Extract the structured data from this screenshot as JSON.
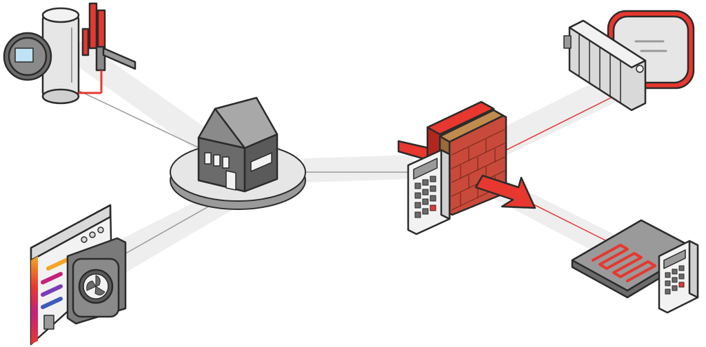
{
  "scene": {
    "central_node": "house-on-platform",
    "connected_nodes": [
      "boiler-and-heat-meter",
      "heat-pump-control-panel",
      "wall-insulation-with-calculator",
      "radiator-and-panel-heater",
      "underfloor-heating-with-calculator"
    ]
  },
  "colors": {
    "accent_red": "#E8372E",
    "dark_red": "#B3261E",
    "outline": "#2B2B2B",
    "path_gray": "#EEEEEE",
    "gray_light": "#D9D9D9",
    "gray_mid": "#9A9A9A",
    "gray_dark": "#6B6B6B",
    "brick": "#C94A3A",
    "wood": "#9A6A3A"
  }
}
